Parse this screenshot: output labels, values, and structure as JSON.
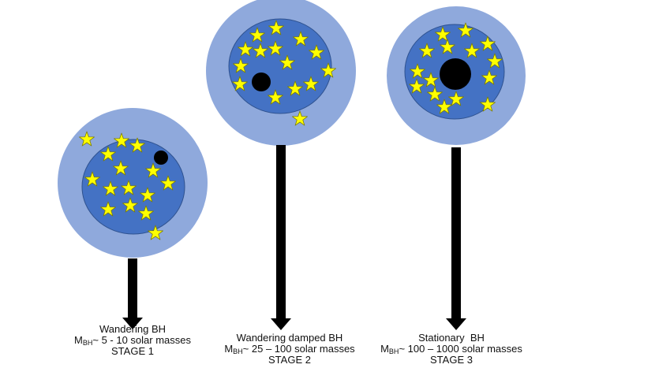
{
  "colors": {
    "outer_halo": "#8fa9dc",
    "inner_disk": "#4472c4",
    "disk_edge": "#2f528f",
    "star_fill": "#ffff00",
    "star_edge": "#7f7f00",
    "black_hole": "#000000",
    "arrow": "#000000"
  },
  "icons": {
    "star": "star-icon",
    "black_hole": "black-hole-icon",
    "arrow": "down-arrow-icon"
  },
  "stages": [
    {
      "name": "Wandering BH",
      "mass_symbol": "M",
      "mass_subscript": "BH",
      "mass_range": "~ 5 - 10 solar masses",
      "stage_label": "STAGE 1"
    },
    {
      "name": "Wandering damped BH",
      "mass_symbol": "M",
      "mass_subscript": "BH",
      "mass_range": "~ 25 – 100 solar masses",
      "stage_label": "STAGE 2"
    },
    {
      "name": "Stationary  BH",
      "mass_symbol": "M",
      "mass_subscript": "BH",
      "mass_range": "~ 100 – 1000 solar masses",
      "stage_label": "STAGE 3"
    }
  ]
}
